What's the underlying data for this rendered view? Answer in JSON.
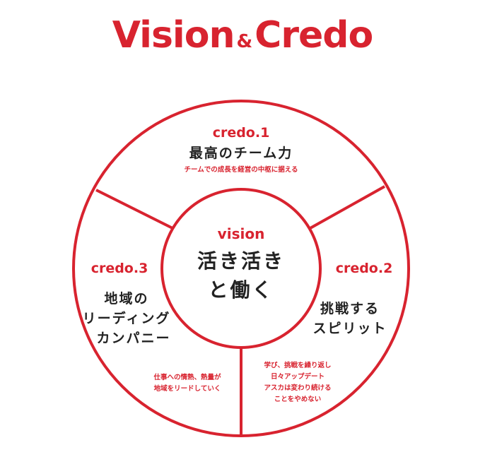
{
  "title": {
    "part1": "Vision",
    "amp": "&",
    "part2": "Credo"
  },
  "vision": {
    "label": "vision",
    "line1": "活き活き",
    "line2": "と働く"
  },
  "credos": [
    {
      "label": "credo.1",
      "title": "最高のチーム力",
      "description": "チームでの成長を経営の中枢に据える"
    },
    {
      "label": "credo.2",
      "title_line1": "挑戦する",
      "title_line2": "スピリット",
      "desc_line1": "学び、挑戦を繰り返し",
      "desc_line2": "日々アップデート",
      "desc_line3": "アスカは変わり続ける",
      "desc_line4": "ことをやめない"
    },
    {
      "label": "credo.3",
      "title_line1": "地域の",
      "title_line2": "リーディング",
      "title_line3": "カンパニー",
      "desc_line1": "仕事への情熱、熱量が",
      "desc_line2": "地域をリードしていく"
    }
  ],
  "colors": {
    "accent": "#d8232f",
    "text": "#222222",
    "background": "#ffffff"
  }
}
